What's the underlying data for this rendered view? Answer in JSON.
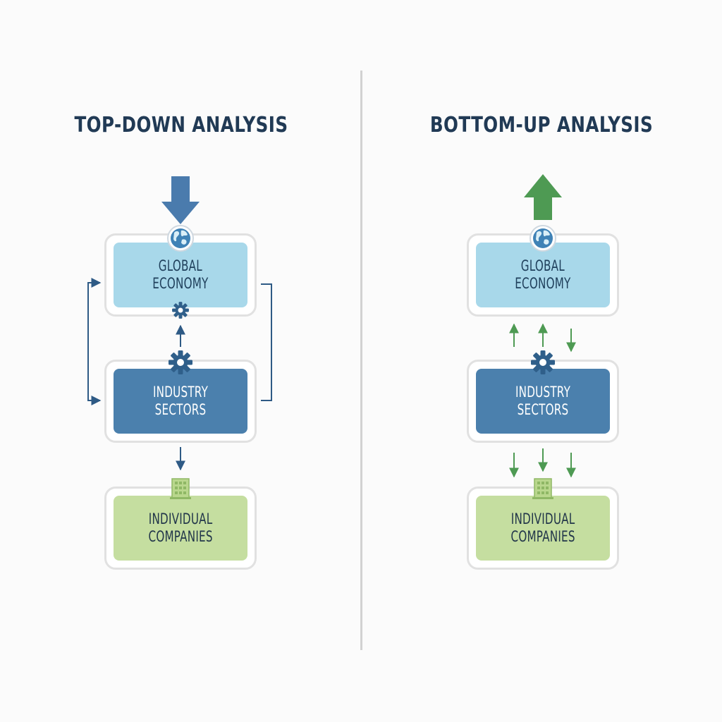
{
  "left": {
    "title": "TOP-DOWN ANALYSIS",
    "boxes": {
      "global": [
        "GLOBAL",
        "ECONOMY"
      ],
      "industry": [
        "INDUSTRY",
        "SECTORS"
      ],
      "companies": [
        "INDIVIDUAL",
        "COMPANIES"
      ]
    }
  },
  "right": {
    "title": "BOTTOM-UP ANALYSIS",
    "boxes": {
      "global": [
        "GLOBAL",
        "ECONOMY"
      ],
      "industry": [
        "INDUSTRY",
        "SECTORS"
      ],
      "companies": [
        "INDIVIDUAL",
        "COMPANIES"
      ]
    }
  },
  "icons": {
    "globe": "globe-icon",
    "gear": "gear-icon",
    "building": "building-icon"
  },
  "colors": {
    "title": "#213a55",
    "global_box": "#a8d8ea",
    "industry_box": "#4b80ad",
    "companies_box": "#c5dea0",
    "top_down_arrow": "#4a7bad",
    "bottom_up_arrow": "#4e9a53",
    "connector_blue": "#2e5a85",
    "connector_green": "#4e9a53"
  }
}
